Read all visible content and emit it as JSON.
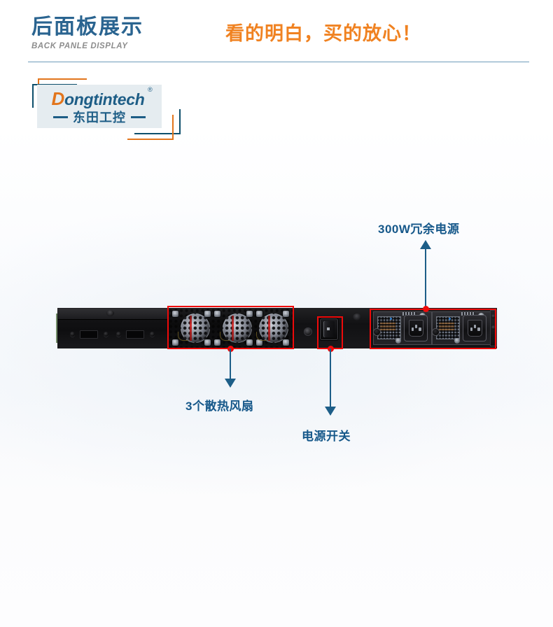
{
  "header": {
    "title_cn": "后面板展示",
    "title_en": "BACK PANLE DISPLAY",
    "headline": "看的明白，买的放心！",
    "title_color": "#2a6490",
    "headline_color": "#f08221",
    "rule_color": "#6e9cba"
  },
  "logo": {
    "wordmark_initial": "D",
    "wordmark_rest": "ongtintech",
    "registered_mark": "®",
    "name_cn": "东田工控",
    "initial_color": "#e2751c",
    "text_color": "#1d5d86",
    "card_bg": "#e5ecf0",
    "bracket_orange": "#e2751c",
    "bracket_blue": "#0d4f6c"
  },
  "product": {
    "alt": "1U rackmount server rear panel",
    "sections": [
      {
        "name": "blank-io-section"
      },
      {
        "name": "fan-module-section"
      },
      {
        "name": "power-switch-section"
      },
      {
        "name": "redundant-psu-section"
      }
    ],
    "fan_count": 3,
    "psu_count": 2
  },
  "callouts": [
    {
      "id": "psu",
      "label": "300W冗余电源",
      "direction": "up",
      "highlight_color": "#ee0a0a",
      "arrow_color": "#1d5e88",
      "text_color": "#16588a"
    },
    {
      "id": "fans",
      "label": "3个散热风扇",
      "direction": "down",
      "highlight_color": "#ee0a0a",
      "arrow_color": "#1d5e88",
      "text_color": "#16588a"
    },
    {
      "id": "power-switch",
      "label": "电源开关",
      "direction": "down",
      "highlight_color": "#ee0a0a",
      "arrow_color": "#1d5e88",
      "text_color": "#16588a"
    }
  ]
}
